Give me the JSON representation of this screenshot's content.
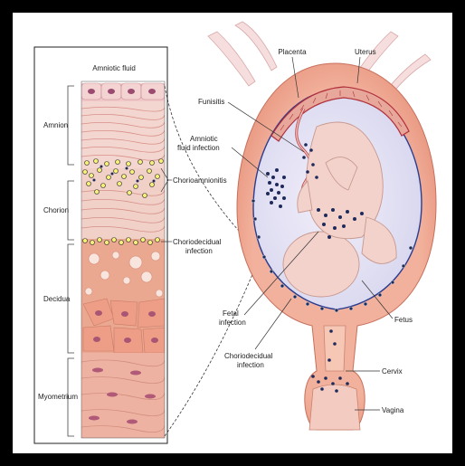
{
  "labels": {
    "amniotic_fluid": "Amniotic fluid",
    "amnion": "Amnion",
    "chorion": "Chorion",
    "decidua": "Decidua",
    "myometrium": "Myometrium",
    "chorioamnionitis": "Chorioamnionitis",
    "choriodecidual_infection_1": "Choriodecidual",
    "choriodecidual_infection_2": "infection",
    "funisitis": "Funisitis",
    "amniotic_fluid_infection_1": "Amniotic",
    "amniotic_fluid_infection_2": "fluid infection",
    "placenta": "Placenta",
    "uterus": "Uterus",
    "fetal_infection_1": "Fetal",
    "fetal_infection_2": "infection",
    "choriodecidual_infection_b_1": "Choriodecidual",
    "choriodecidual_infection_b_2": "infection",
    "fetus": "Fetus",
    "cervix": "Cervix",
    "vagina": "Vagina"
  },
  "colors": {
    "tissue_pink": "#f2b9a4",
    "uterus_wall": "#eda089",
    "amniotic_sac": "#e4e3f3",
    "fetus": "#f4d4cf",
    "membrane_line": "#c0392b",
    "bacteria_dark": "#1e2a5a",
    "bacteria_yellow": "#f4f07a",
    "cell_nucleus": "#b05a78"
  }
}
